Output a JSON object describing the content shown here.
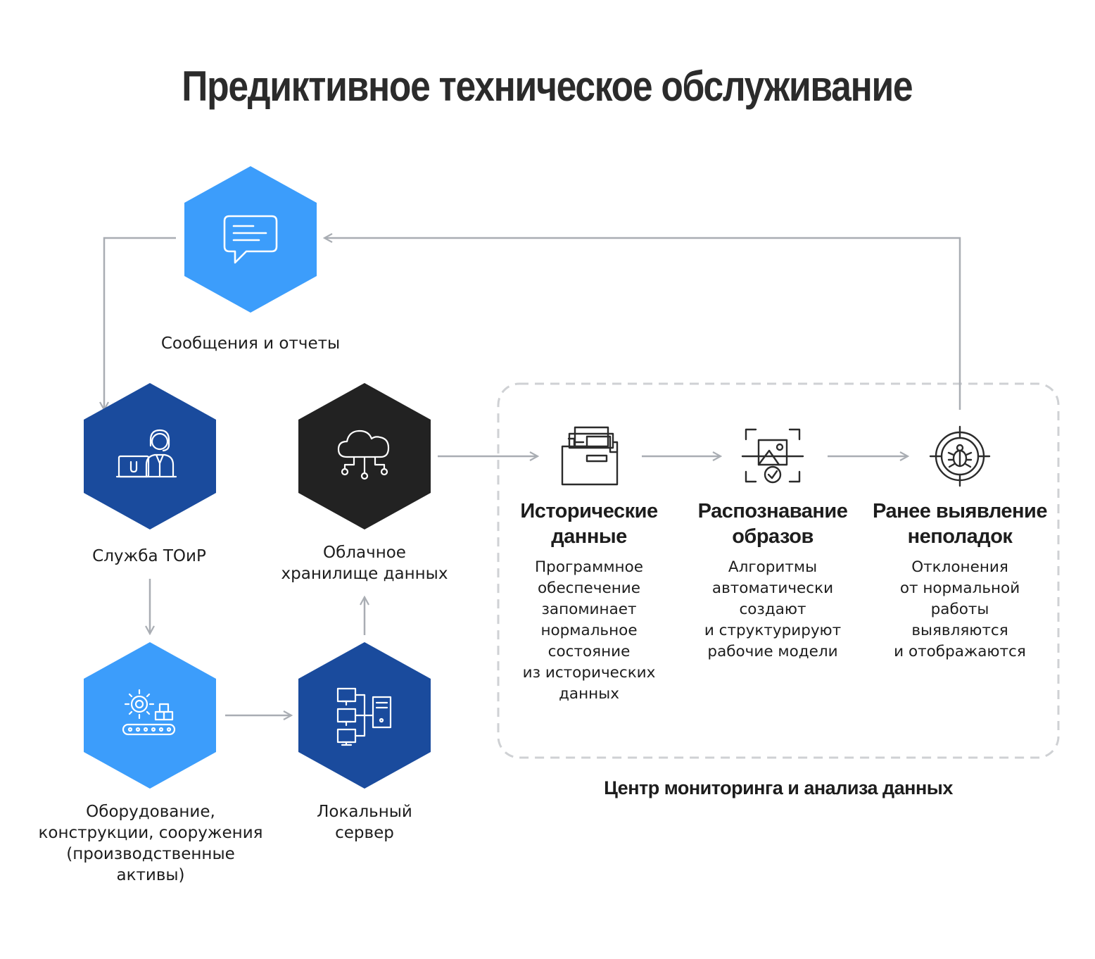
{
  "title": "Предиктивное техническое обслуживание",
  "colors": {
    "light_blue": "#3c9dfb",
    "dark_blue": "#1a4b9d",
    "black": "#222222",
    "arrow": "#a9adb3",
    "dashed_border": "#cfd1d4"
  },
  "nodes": {
    "messages": {
      "label": "Сообщения и отчеты",
      "icon": "chat-bubble-icon"
    },
    "service": {
      "label": "Служба ТОиР",
      "icon": "technician-laptop-icon"
    },
    "equipment": {
      "label_lines": [
        "Оборудование,",
        "конструкции, сооружения",
        "(производственные",
        "активы)"
      ],
      "icon": "gear-conveyor-icon"
    },
    "local_server": {
      "label_lines": [
        "Локальный",
        "сервер"
      ],
      "icon": "server-network-icon"
    },
    "cloud": {
      "label_lines": [
        "Облачное",
        "хранилище данных"
      ],
      "icon": "cloud-network-icon"
    }
  },
  "monitoring_center": {
    "label": "Центр мониторинга и анализа данных",
    "steps": [
      {
        "icon": "folder-documents-icon",
        "title_lines": [
          "Исторические",
          "данные"
        ],
        "desc_lines": [
          "Программное",
          "обеспечение",
          "запоминает",
          "нормальное",
          "состояние",
          "из исторических",
          "данных"
        ]
      },
      {
        "icon": "image-scan-icon",
        "title_lines": [
          "Распознавание",
          "образов"
        ],
        "desc_lines": [
          "Алгоритмы",
          "автоматически",
          "создают",
          "и структурируют",
          "рабочие модели"
        ]
      },
      {
        "icon": "bug-target-icon",
        "title_lines": [
          "Ранее выявление",
          "неполадок"
        ],
        "desc_lines": [
          "Отклонения",
          "от нормальной",
          "работы",
          "выявляются",
          "и отображаются"
        ]
      }
    ]
  }
}
